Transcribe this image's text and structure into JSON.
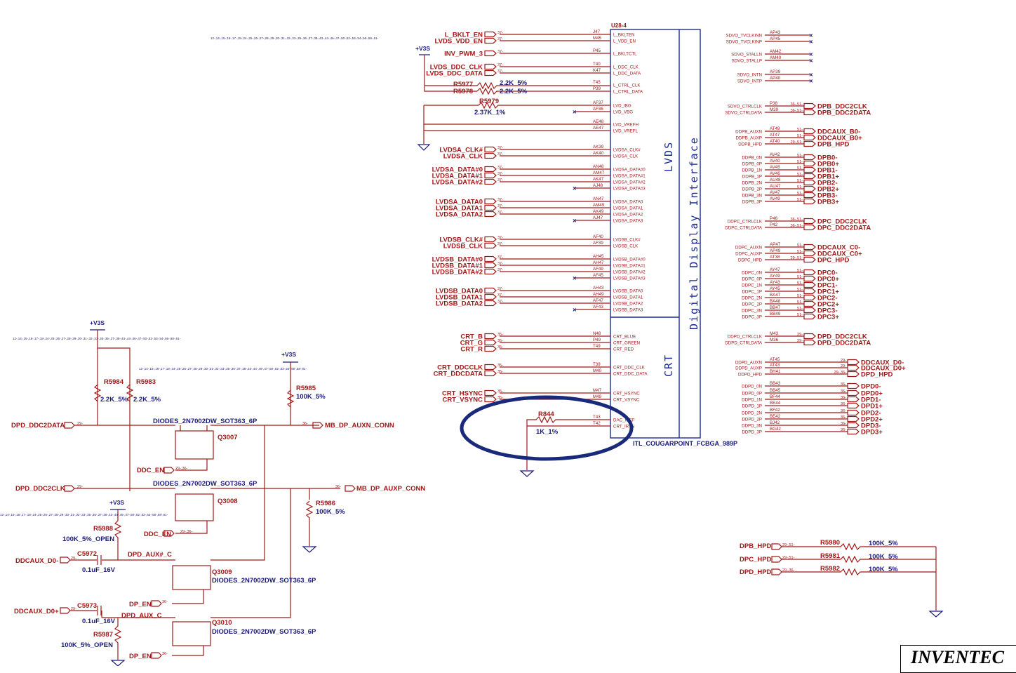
{
  "part": {
    "ref": "U28-4",
    "name": "ITL_COUGARPOINT_FCBGA_989P",
    "section_lvds": "LVDS",
    "section_crt": "CRT",
    "section_ddi": "Digital Display Interface"
  },
  "xref_top": "12-,14-,15-,16-,17-,18-,24-,25-,26-,27-,28-,29-,30-,31-,32-,33-,35-,36-,37-,38-,43-,44-,46-,47-,50-,52-,53-,54-,56-,58-,61-",
  "xref_mid1": "12-,14-,15-,16-,17-,18-,24-,25-,26-,27-,28-,29-,30-,31-,32-,33-,35-,36-,37-,38-,43-,44-,46-,47-,50-,52-,53-,54-,56-,58-,61-",
  "xref_mid2": "12-,14-,15-,16-,17-,18-,24-,25-,26-,27-,28-,29-,30-,31-,32-,33-,35-,36-,37-,38-,43-,44-,46-,47-,50-,52-,53-,54-,56-,58-,61-",
  "power": {
    "v3s": "+V3S"
  },
  "left_pins": [
    {
      "net": "L_BKLT_EN",
      "xref": "37-",
      "ball": "J47",
      "pin": "L_BKLTEN"
    },
    {
      "net": "LVDS_VDD_EN",
      "xref": "37-",
      "ball": "M45",
      "pin": "L_VDD_EN"
    },
    {
      "net": "INV_PWM_3",
      "xref": "37-",
      "ball": "P45",
      "pin": "L_BKLTCTL"
    },
    {
      "net": "LVDS_DDC_CLK",
      "xref": "37-",
      "ball": "T40",
      "pin": "L_DDC_CLK"
    },
    {
      "net": "LVDS_DDC_DATA",
      "xref": "37-",
      "ball": "K47",
      "pin": "L_DDC_DATA"
    },
    {
      "net": "",
      "xref": "",
      "ball": "T45",
      "pin": "L_CTRL_CLK"
    },
    {
      "net": "",
      "xref": "",
      "ball": "P39",
      "pin": "L_CTRL_DATA"
    },
    {
      "net": "",
      "xref": "",
      "ball": "AF37",
      "pin": "LVD_IBG"
    },
    {
      "net": "",
      "xref": "",
      "ball": "AF36",
      "pin": "LVD_VBG"
    },
    {
      "net": "",
      "xref": "",
      "ball": "AE48",
      "pin": "LVD_VREFH"
    },
    {
      "net": "",
      "xref": "",
      "ball": "AE47",
      "pin": "LVD_VREFL"
    },
    {
      "net": "LVDSA_CLK#",
      "xref": "37-",
      "ball": "AK39",
      "pin": "LVDSA_CLK#"
    },
    {
      "net": "LVDSA_CLK",
      "xref": "37-",
      "ball": "AK40",
      "pin": "LVDSA_CLK"
    },
    {
      "net": "LVDSA_DATA#0",
      "xref": "37-",
      "ball": "AN48",
      "pin": "LVDSA_DATA#0"
    },
    {
      "net": "LVDSA_DATA#1",
      "xref": "37-",
      "ball": "AM47",
      "pin": "LVDSA_DATA#1"
    },
    {
      "net": "LVDSA_DATA#2",
      "xref": "37-",
      "ball": "AK47",
      "pin": "LVDSA_DATA#2"
    },
    {
      "net": "",
      "xref": "",
      "ball": "AJ48",
      "pin": "LVDSA_DATA#3"
    },
    {
      "net": "LVDSA_DATA0",
      "xref": "37-",
      "ball": "AN47",
      "pin": "LVDSA_DATA0"
    },
    {
      "net": "LVDSA_DATA1",
      "xref": "37-",
      "ball": "AM49",
      "pin": "LVDSA_DATA1"
    },
    {
      "net": "LVDSA_DATA2",
      "xref": "37-",
      "ball": "AK49",
      "pin": "LVDSA_DATA2"
    },
    {
      "net": "",
      "xref": "",
      "ball": "AJ47",
      "pin": "LVDSA_DATA3"
    },
    {
      "net": "LVDSB_CLK#",
      "xref": "37-",
      "ball": "AF40",
      "pin": "LVDSB_CLK#"
    },
    {
      "net": "LVDSB_CLK",
      "xref": "37-",
      "ball": "AF39",
      "pin": "LVDSB_CLK"
    },
    {
      "net": "LVDSB_DATA#0",
      "xref": "37-",
      "ball": "AH45",
      "pin": "LVDSB_DATA#0"
    },
    {
      "net": "LVDSB_DATA#1",
      "xref": "37-",
      "ball": "AH47",
      "pin": "LVDSB_DATA#1"
    },
    {
      "net": "LVDSB_DATA#2",
      "xref": "37-",
      "ball": "AF49",
      "pin": "LVDSB_DATA#2"
    },
    {
      "net": "",
      "xref": "",
      "ball": "AF45",
      "pin": "LVDSB_DATA#3"
    },
    {
      "net": "LVDSB_DATA0",
      "xref": "37-",
      "ball": "AH43",
      "pin": "LVDSB_DATA0"
    },
    {
      "net": "LVDSB_DATA1",
      "xref": "37-",
      "ball": "AH49",
      "pin": "LVDSB_DATA1"
    },
    {
      "net": "LVDSB_DATA2",
      "xref": "37-",
      "ball": "AF47",
      "pin": "LVDSB_DATA2"
    },
    {
      "net": "",
      "xref": "",
      "ball": "AF43",
      "pin": "LVDSB_DATA3"
    },
    {
      "net": "CRT_B",
      "xref": "35-",
      "ball": "N48",
      "pin": "CRT_BLUE"
    },
    {
      "net": "CRT_G",
      "xref": "35-",
      "ball": "P49",
      "pin": "CRT_GREEN"
    },
    {
      "net": "CRT_R",
      "xref": "35-",
      "ball": "T49",
      "pin": "CRT_RED"
    },
    {
      "net": "CRT_DDCCLK",
      "xref": "35-",
      "ball": "T39",
      "pin": "CRT_DDC_CLK"
    },
    {
      "net": "CRT_DDCDATA",
      "xref": "35-",
      "ball": "M40",
      "pin": "CRT_DDC_DATA"
    },
    {
      "net": "CRT_HSYNC",
      "xref": "35-",
      "ball": "M47",
      "pin": "CRT_HSYNC"
    },
    {
      "net": "CRT_VSYNC",
      "xref": "35-",
      "ball": "M49",
      "pin": "CRT_VSYNC"
    },
    {
      "net": "",
      "xref": "",
      "ball": "T43",
      "pin": "DAC_IREF"
    },
    {
      "net": "",
      "xref": "",
      "ball": "T42",
      "pin": "CRT_IRTN"
    }
  ],
  "right_pins": [
    {
      "pin": "SDVO_TVCLKINN",
      "ball": "AP43",
      "xref": "",
      "net": ""
    },
    {
      "pin": "SDVO_TVCLKINP",
      "ball": "AP45",
      "xref": "",
      "net": ""
    },
    {
      "pin": "SDVO_STALLN",
      "ball": "AM42",
      "xref": "",
      "net": ""
    },
    {
      "pin": "SDVO_STALLP",
      "ball": "AM40",
      "xref": "",
      "net": ""
    },
    {
      "pin": "SDVO_INTN",
      "ball": "AP39",
      "xref": "",
      "net": ""
    },
    {
      "pin": "SDVO_INTP",
      "ball": "AP40",
      "xref": "",
      "net": ""
    },
    {
      "pin": "SDVO_CTRLCLK",
      "ball": "P38",
      "xref": "36-,51-",
      "net": "DPB_DDC2CLK"
    },
    {
      "pin": "SDVO_CTRLDATA",
      "ball": "M39",
      "xref": "36-,51-",
      "net": "DPB_DDC2DATA"
    },
    {
      "pin": "DDPB_AUXN",
      "ball": "AT49",
      "xref": "51-",
      "net": "DDCAUX_B0-"
    },
    {
      "pin": "DDPB_AUXP",
      "ball": "AT47",
      "xref": "51-",
      "net": "DDCAUX_B0+"
    },
    {
      "pin": "DDPB_HPD",
      "ball": "AT40",
      "xref": "29-,51-",
      "net": "DPB_HPD"
    },
    {
      "pin": "DDPB_0N",
      "ball": "AV42",
      "xref": "51-",
      "net": "DPB0-"
    },
    {
      "pin": "DDPB_0P",
      "ball": "AV40",
      "xref": "51-",
      "net": "DPB0+"
    },
    {
      "pin": "DDPB_1N",
      "ball": "AV45",
      "xref": "51-",
      "net": "DPB1-"
    },
    {
      "pin": "DDPB_1P",
      "ball": "AV46",
      "xref": "51-",
      "net": "DPB1+"
    },
    {
      "pin": "DDPB_2N",
      "ball": "AU48",
      "xref": "51-",
      "net": "DPB2-"
    },
    {
      "pin": "DDPB_2P",
      "ball": "AU47",
      "xref": "51-",
      "net": "DPB2+"
    },
    {
      "pin": "DDPB_3N",
      "ball": "AV47",
      "xref": "51-",
      "net": "DPB3-"
    },
    {
      "pin": "DDPB_3P",
      "ball": "AV49",
      "xref": "51-",
      "net": "DPB3+"
    },
    {
      "pin": "DDPC_CTRLCLK",
      "ball": "P46",
      "xref": "36-,51-",
      "net": "DPC_DDC2CLK"
    },
    {
      "pin": "DDPC_CTRLDATA",
      "ball": "P42",
      "xref": "36-,51-",
      "net": "DPC_DDC2DATA"
    },
    {
      "pin": "DDPC_AUXN",
      "ball": "AP47",
      "xref": "51-",
      "net": "DDCAUX_C0-"
    },
    {
      "pin": "DDPC_AUXP",
      "ball": "AP49",
      "xref": "51-",
      "net": "DDCAUX_C0+"
    },
    {
      "pin": "DDPC_HPD",
      "ball": "AT38",
      "xref": "29-,51-",
      "net": "DPC_HPD"
    },
    {
      "pin": "DDPC_0N",
      "ball": "AY47",
      "xref": "51-",
      "net": "DPC0-"
    },
    {
      "pin": "DDPC_0P",
      "ball": "AY49",
      "xref": "51-",
      "net": "DPC0+"
    },
    {
      "pin": "DDPC_1N",
      "ball": "AY43",
      "xref": "51-",
      "net": "DPC1-"
    },
    {
      "pin": "DDPC_1P",
      "ball": "AY45",
      "xref": "51-",
      "net": "DPC1+"
    },
    {
      "pin": "DDPC_2N",
      "ball": "BA47",
      "xref": "51-",
      "net": "DPC2-"
    },
    {
      "pin": "DDPC_2P",
      "ball": "BA48",
      "xref": "51-",
      "net": "DPC2+"
    },
    {
      "pin": "DDPC_3N",
      "ball": "BB47",
      "xref": "51-",
      "net": "DPC3-"
    },
    {
      "pin": "DDPC_3P",
      "ball": "BB49",
      "xref": "51-",
      "net": "DPC3+"
    },
    {
      "pin": "DDPD_CTRLCLK",
      "ball": "M43",
      "xref": "29-",
      "net": "DPD_DDC2CLK"
    },
    {
      "pin": "DDPD_CTRLDATA",
      "ball": "M36",
      "xref": "29-",
      "net": "DPD_DDC2DATA"
    },
    {
      "pin": "DDPD_AUXN",
      "ball": "AT45",
      "xref": "29-",
      "net": "DDCAUX_D0-"
    },
    {
      "pin": "DDPD_AUXP",
      "ball": "AT43",
      "xref": "29-",
      "net": "DDCAUX_D0+"
    },
    {
      "pin": "DDPD_HPD",
      "ball": "BH41",
      "xref": "29-,36-",
      "net": "DPD_HPD"
    },
    {
      "pin": "DDPD_0N",
      "ball": "BB43",
      "xref": "36-",
      "net": "DPD0-"
    },
    {
      "pin": "DDPD_0P",
      "ball": "BB45",
      "xref": "36-",
      "net": "DPD0+"
    },
    {
      "pin": "DDPD_1N",
      "ball": "BF44",
      "xref": "36-",
      "net": "DPD1-"
    },
    {
      "pin": "DDPD_1P",
      "ball": "BE44",
      "xref": "36-",
      "net": "DPD1+"
    },
    {
      "pin": "DDPD_2N",
      "ball": "BF42",
      "xref": "36-",
      "net": "DPD2-"
    },
    {
      "pin": "DDPD_2P",
      "ball": "BE42",
      "xref": "36-",
      "net": "DPD2+"
    },
    {
      "pin": "DDPD_3N",
      "ball": "BJ42",
      "xref": "36-",
      "net": "DPD3-"
    },
    {
      "pin": "DDPD_3P",
      "ball": "BG42",
      "xref": "36-",
      "net": "DPD3+"
    }
  ],
  "resistors": {
    "r5977": {
      "ref": "R5977",
      "value": "2.2K_5%"
    },
    "r5978": {
      "ref": "R5978",
      "value": "2.2K_5%"
    },
    "r5979": {
      "ref": "R5979",
      "value": "2.37K_1%"
    },
    "r844": {
      "ref": "R844",
      "value": "1K_1%"
    },
    "r5984": {
      "ref": "R5984",
      "value": "2.2K_5%"
    },
    "r5983": {
      "ref": "R5983",
      "value": "2.2K_5%"
    },
    "r5985": {
      "ref": "R5985",
      "value": "100K_5%"
    },
    "r5986": {
      "ref": "R5986",
      "value": "100K_5%"
    },
    "r5988": {
      "ref": "R5988",
      "value": "100K_5%_OPEN"
    },
    "r5987": {
      "ref": "R5987",
      "value": "100K_5%_OPEN"
    },
    "r5980": {
      "ref": "R5980",
      "value": "100K_5%"
    },
    "r5981": {
      "ref": "R5981",
      "value": "100K_5%"
    },
    "r5982": {
      "ref": "R5982",
      "value": "100K_5%"
    }
  },
  "caps": {
    "c5972": {
      "ref": "C5972",
      "value": "0.1uF_16V"
    },
    "c5973": {
      "ref": "C5973",
      "value": "0.1uF_16V"
    }
  },
  "mosfets": {
    "q3007": {
      "ref": "Q3007",
      "part": "DIODES_2N7002DW_SOT363_6P"
    },
    "q3008": {
      "ref": "Q3008",
      "part": "DIODES_2N7002DW_SOT363_6P"
    },
    "q3009": {
      "ref": "Q3009",
      "part": "DIODES_2N7002DW_SOT363_6P"
    },
    "q3010": {
      "ref": "Q3010",
      "part": "DIODES_2N7002DW_SOT363_6P"
    }
  },
  "lower_nets": {
    "dpd_ddc2data": "DPD_DDC2DATA",
    "dpd_ddc2clk": "DPD_DDC2CLK",
    "x29": "29-",
    "ddc_en": "DDC_EN",
    "x29_36": "29-,36-",
    "mb_dp_auxn": "MB_DP_AUXN_CONN",
    "mb_dp_auxp": "MB_DP_AUXP_CONN",
    "x36": "36-",
    "ddcaux_d0m": "DDCAUX_D0-",
    "ddcaux_d0p": "DDCAUX_D0+",
    "dpd_aux_c_n": "DPD_AUX#_C",
    "dpd_aux_c": "DPD_AUX_C",
    "dp_en": "DP_EN",
    "dpb_hpd": "DPB_HPD",
    "dpc_hpd": "DPC_HPD",
    "dpd_hpd": "DPD_HPD",
    "x29_51": "29-,51-"
  },
  "brand": "INVENTEC",
  "colors": {
    "wire": "#a01818",
    "box": "#1a2a9a",
    "highlight": "#1a2a7a"
  }
}
